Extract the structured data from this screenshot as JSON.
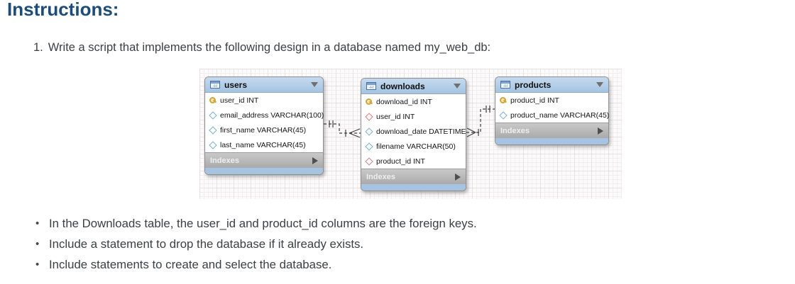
{
  "header": {
    "title": "Instructions:"
  },
  "instruction": {
    "number": "1.",
    "text": "Write a script that implements the following design in a database named my_web_db:"
  },
  "bullets": [
    "In the Downloads table, the user_id and product_id columns are the foreign keys.",
    "Include a statement to drop the database if it already exists.",
    "Include statements to create and select the database."
  ],
  "diagram": {
    "tables": [
      {
        "name": "users",
        "footer_label": "Indexes",
        "columns": [
          {
            "icon": "key",
            "label": "user_id INT"
          },
          {
            "icon": "diamond",
            "label": "email_address VARCHAR(100)"
          },
          {
            "icon": "diamond",
            "label": "first_name VARCHAR(45)"
          },
          {
            "icon": "diamond",
            "label": "last_name VARCHAR(45)"
          }
        ]
      },
      {
        "name": "downloads",
        "footer_label": "Indexes",
        "columns": [
          {
            "icon": "key",
            "label": "download_id INT"
          },
          {
            "icon": "fk-diamond",
            "label": "user_id INT"
          },
          {
            "icon": "diamond",
            "label": "download_date DATETIME"
          },
          {
            "icon": "diamond",
            "label": "filename VARCHAR(50)"
          },
          {
            "icon": "fk-diamond",
            "label": "product_id INT"
          }
        ]
      },
      {
        "name": "products",
        "footer_label": "Indexes",
        "columns": [
          {
            "icon": "key",
            "label": "product_id INT"
          },
          {
            "icon": "diamond",
            "label": "product_name VARCHAR(45)"
          }
        ]
      }
    ],
    "relationships": [
      {
        "from": "users",
        "to": "downloads",
        "type": "one-to-many",
        "column": "user_id"
      },
      {
        "from": "products",
        "to": "downloads",
        "type": "one-to-many",
        "column": "product_id"
      }
    ],
    "colors": {
      "table_header": "#a9c6e6",
      "indexes_bar": "#b5b5b5",
      "footer_bar": "#a6c4e1",
      "pk_icon": "#cfa63a",
      "fk_icon": "#cc8181",
      "column_icon": "#7ab0c6",
      "heading_text": "#1c4d78"
    }
  }
}
